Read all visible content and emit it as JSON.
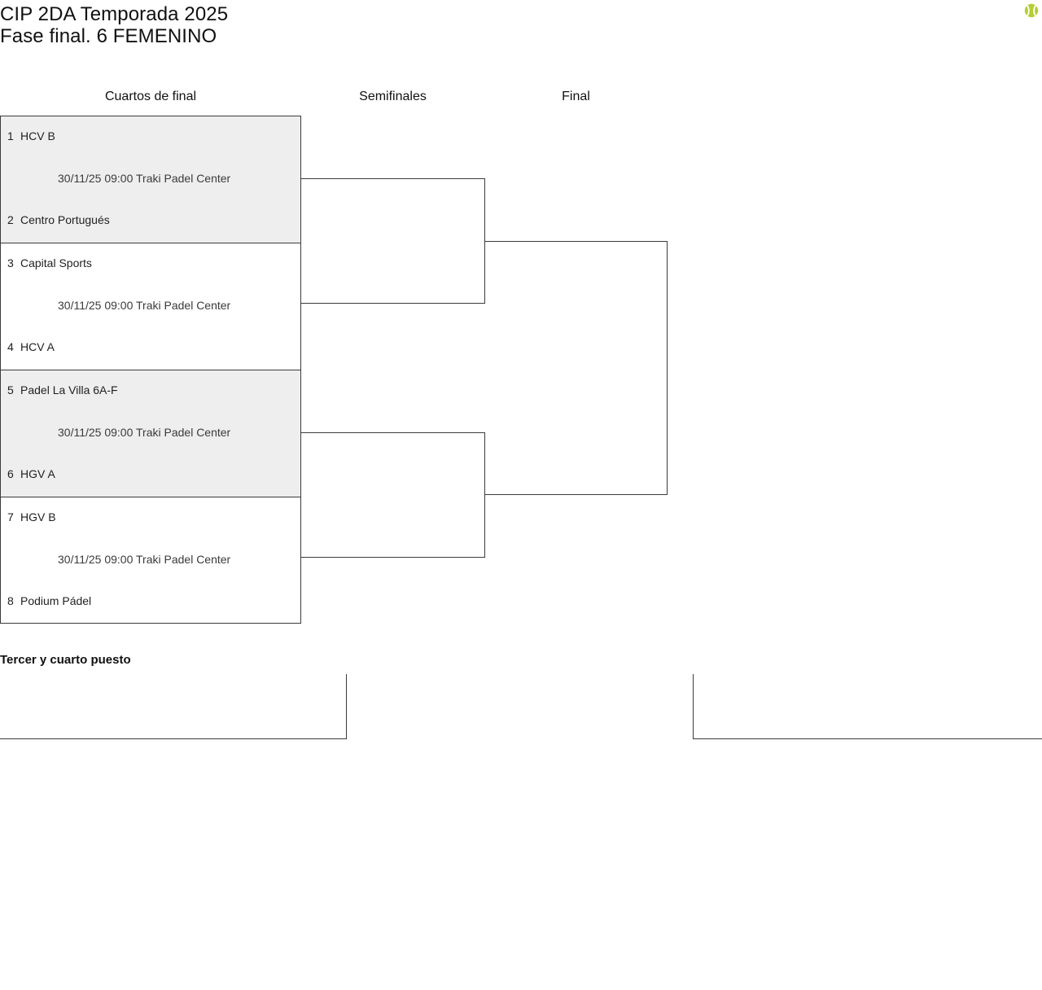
{
  "header": {
    "title": "CIP 2DA Temporada 2025\nFase final. 6 FEMENINO",
    "logo_icon": "tennis-ball-icon"
  },
  "colors": {
    "line": "#3b3b3b",
    "shaded_row": "#eeeeee",
    "text": "#1f1f1f",
    "logo_green": "#b5cd33",
    "logo_green_dark": "#9fb82a"
  },
  "rounds": [
    {
      "label": "Cuartos de final"
    },
    {
      "label": "Semifinales"
    },
    {
      "label": "Final"
    }
  ],
  "quarterfinals": [
    {
      "shaded": true,
      "top": {
        "seed": "1",
        "team": "HCV B"
      },
      "bottom": {
        "seed": "2",
        "team": "Centro Portugués"
      },
      "info": "30/11/25 09:00 Traki Padel Center"
    },
    {
      "shaded": false,
      "top": {
        "seed": "3",
        "team": "Capital Sports"
      },
      "bottom": {
        "seed": "4",
        "team": "HCV A"
      },
      "info": "30/11/25 09:00 Traki Padel Center"
    },
    {
      "shaded": true,
      "top": {
        "seed": "5",
        "team": "Padel La Villa 6A-F"
      },
      "bottom": {
        "seed": "6",
        "team": "HGV A"
      },
      "info": "30/11/25 09:00 Traki Padel Center"
    },
    {
      "shaded": false,
      "top": {
        "seed": "7",
        "team": "HGV B"
      },
      "bottom": {
        "seed": "8",
        "team": "Podium Pádel"
      },
      "info": "30/11/25 09:00 Traki Padel Center"
    }
  ],
  "semifinals": [
    {
      "top": {
        "seed": "",
        "team": ""
      },
      "bottom": {
        "seed": "",
        "team": ""
      },
      "info": ""
    },
    {
      "top": {
        "seed": "",
        "team": ""
      },
      "bottom": {
        "seed": "",
        "team": ""
      },
      "info": ""
    }
  ],
  "final": {
    "top": {
      "seed": "",
      "team": ""
    },
    "bottom": {
      "seed": "",
      "team": ""
    },
    "info": ""
  },
  "third_place": {
    "label": "Tercer y cuarto puesto",
    "left_slot": {
      "seed": "",
      "team": ""
    },
    "right_slot": {
      "seed": "",
      "team": ""
    }
  }
}
